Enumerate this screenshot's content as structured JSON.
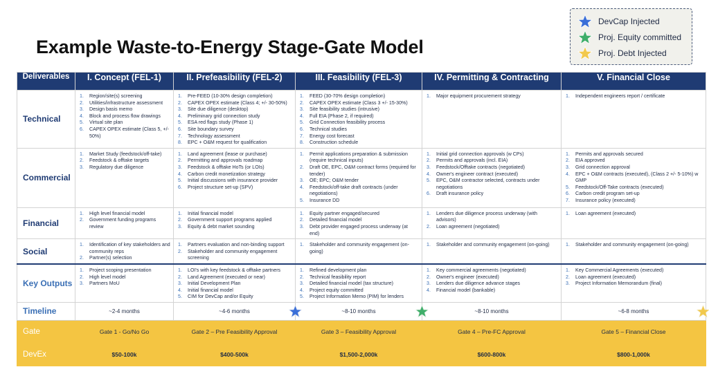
{
  "title": "Example Waste-to-Energy Stage-Gate Model",
  "legend": [
    {
      "label": "DevCap Injected",
      "icon": "star-icon",
      "color": "#3a6fd8"
    },
    {
      "label": "Proj. Equity committed",
      "icon": "star-icon",
      "color": "#3fae6a"
    },
    {
      "label": "Proj. Debt Injected",
      "icon": "star-icon",
      "color": "#f2c94c"
    }
  ],
  "columns": [
    "Deliverables",
    "I. Concept (FEL-1)",
    "II. Prefeasibility (FEL-2)",
    "III. Feasibility (FEL-3)",
    "IV. Permitting & Contracting",
    "V. Financial Close"
  ],
  "rows": [
    {
      "label": "Technical",
      "cells": [
        [
          "Region/site(s) screening",
          "Utilities/infrastructure assessment",
          "Design basis memo",
          "Block and process flow drawings",
          "Virtual site plan",
          "CAPEX OPEX estimate (Class 5, +/- 50%)"
        ],
        [
          "Pre-FEED (10-30% design completion)",
          "CAPEX OPEX estimate (Class 4; +/- 30-50%)",
          "Site due diligence (desktop)",
          "Preliminary grid connection study",
          "ESA red flags study (Phase 1)",
          "Site boundary survey",
          "Technology assessment",
          "EPC + O&M request for qualification"
        ],
        [
          "FEED (30-70% design completion)",
          "CAPEX OPEX estimate (Class 3 +/- 15-30%)",
          "Site feasibility studies (intrusive)",
          "Full EIA (Phase 2, if required)",
          "Grid Connection feasibility process",
          "Technical studies",
          "Energy cost forecast",
          "Construction schedule"
        ],
        [
          "Major equipment procurement strategy"
        ],
        [
          "Independent engineers report / certificate"
        ]
      ]
    },
    {
      "label": "Commercial",
      "cells": [
        [
          "Market Study (feedstock/off-take)",
          "Feedstock & offtake targets",
          "Regulatory due diligence"
        ],
        [
          "Land agreement (lease or purchase)",
          "Permitting and approvals roadmap",
          "Feedstock & offtake HoTs (or LOIs)",
          "Carbon credit monetization strategy",
          "Initial discussions with insurance provider",
          "Project structure set-up (SPV)"
        ],
        [
          "Permit applications preparation & submission (require technical inputs)",
          "Draft OE, EPC, O&M contract forms (required for tender)",
          "OE; EPC; O&M tender",
          "Feedstock/off-take draft contracts (under negotiations)",
          "Insurance DD"
        ],
        [
          "Initial grid connection approvals (w CPs)",
          "Permits and approvals (incl. EIA)",
          "Feedstock/Offtake contracts (negotiated)",
          "Owner's engineer contract (executed)",
          "EPC, O&M contractor selected, contracts under negotiations",
          "Draft insurance policy"
        ],
        [
          "Permits and approvals secured",
          "EIA approved",
          "Grid connection approval",
          "EPC + O&M contracts (executed), (Class 2 +/- 5-10%) w GMP",
          "Feedstock/Off-Take contracts (executed)",
          "Carbon credit program set-up",
          "Insurance policy (executed)"
        ]
      ]
    },
    {
      "label": "Financial",
      "cells": [
        [
          "High level financial model",
          "Government funding  programs review"
        ],
        [
          "Initial financial model",
          "Government support programs applied",
          "Equity & debt market sounding"
        ],
        [
          "Equity partner engaged/secured",
          "Detailed financial model",
          "Debt provider engaged process underway (at end)"
        ],
        [
          "Lenders due diligence process underway  (with advisors)",
          "Loan agreement (negotiated)"
        ],
        [
          "Loan agreement (executed)"
        ]
      ]
    },
    {
      "label": "Social",
      "cells": [
        [
          "Identification of key stakeholders and community reps",
          "Partner(s) selection"
        ],
        [
          "Partners evaluation and non-binding support",
          "Stakeholder and community engagement screening"
        ],
        [
          "Stakeholder and community engagement (on-going)"
        ],
        [
          "Stakeholder and community engagement (on-going)"
        ],
        [
          "Stakeholder and community engagement            (on-going)"
        ]
      ]
    },
    {
      "label": "Key Outputs",
      "cells": [
        [
          "Project scoping presentation",
          "High level model",
          "Partners MoU"
        ],
        [
          "LOI's with key feedstock & offtake partners",
          "Land Agreement (executed or near)",
          "Initial Development Plan",
          "Initial financial model",
          "CIM for DevCap and/or Equity"
        ],
        [
          "Refined development plan",
          "Technical feasibility report",
          "Detailed financial model (tax structure)",
          "Project equity committed",
          "Project Information Memo (PIM) for lenders"
        ],
        [
          "Key commercial agreements (negotiated)",
          "Owner's engineer (executed)",
          "Lenders due diligence advance stages",
          "Financial model (bankable)"
        ],
        [
          "Key Commercial Agreements (executed)",
          "Loan agreement (executed)",
          "Project Information Memorandum (final)"
        ]
      ]
    }
  ],
  "timeline": {
    "label": "Timeline",
    "values": [
      "~2-4 months",
      "~4-6 months",
      "~8-10 months",
      "~8-10 months",
      "~6-8 months"
    ]
  },
  "gate": {
    "label": "Gate",
    "values": [
      "Gate 1 - Go/No Go",
      "Gate 2 – Pre Feasibility Approval",
      "Gate 3 – Feasibility Approval",
      "Gate 4 – Pre-FC Approval",
      "Gate 5 – Financial Close"
    ]
  },
  "devex": {
    "label": "DevEx",
    "values": [
      "$50-100k",
      "$400-500k",
      "$1,500-2,000k",
      "$600-800k",
      "$800-1,000k"
    ]
  },
  "colors": {
    "header_bg": "#1f3b73",
    "gold": "#f4c542",
    "label_blue": "#3a6fb5"
  }
}
